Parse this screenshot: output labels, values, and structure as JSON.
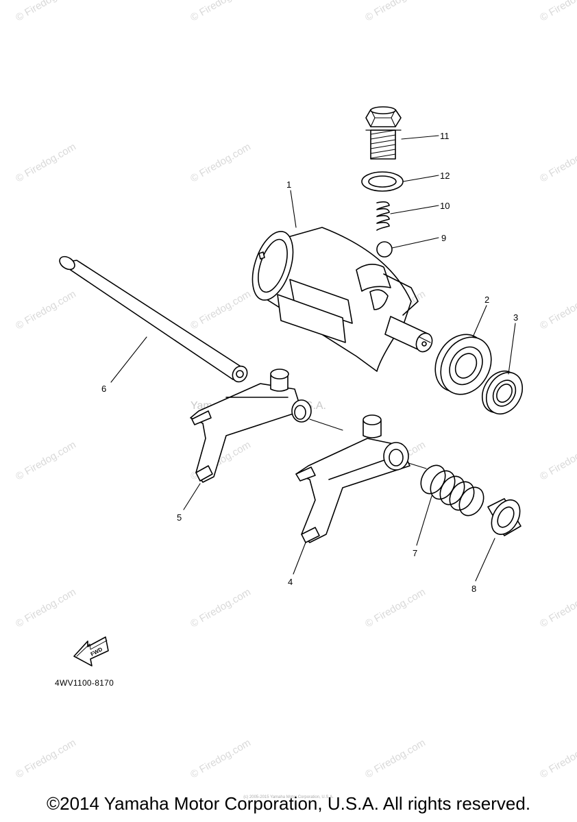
{
  "watermark": "© Firedog.com",
  "center_watermark": "Yamaha Motor Corp, U.S.A.",
  "callouts": [
    {
      "id": "1",
      "label": "1"
    },
    {
      "id": "2",
      "label": "2"
    },
    {
      "id": "3",
      "label": "3"
    },
    {
      "id": "4",
      "label": "4"
    },
    {
      "id": "5",
      "label": "5"
    },
    {
      "id": "6",
      "label": "6"
    },
    {
      "id": "7",
      "label": "7"
    },
    {
      "id": "8",
      "label": "8"
    },
    {
      "id": "9",
      "label": "9"
    },
    {
      "id": "10",
      "label": "10"
    },
    {
      "id": "11",
      "label": "11"
    },
    {
      "id": "12",
      "label": "12"
    }
  ],
  "fwd_label": "FWD",
  "diagram_code": "4WV1100-8170",
  "tiny_text": "(c) 2005-2015 Yamaha Motor Corporation, U.S.A.",
  "copyright": "©2014 Yamaha Motor Corporation, U.S.A. All rights reserved."
}
